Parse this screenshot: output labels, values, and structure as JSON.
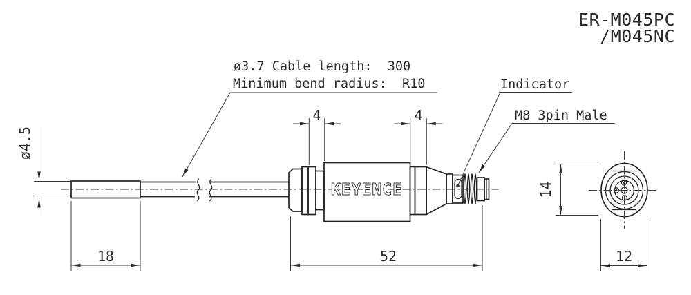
{
  "title": {
    "line1": "ER-M045PC",
    "line2": "/M045NC"
  },
  "labels": {
    "cable_spec_line1": "ø3.7 Cable length:  300",
    "cable_spec_line2": "Minimum bend radius:  R10",
    "indicator": "Indicator",
    "connector": "M8 3pin Male",
    "logo": "KEYENCE"
  },
  "dimensions": {
    "cable_diameter": "ø4.5",
    "sleeve_length": "18",
    "body_length": "52",
    "ring_left": "4",
    "ring_right": "4",
    "connector_height": "14",
    "connector_width": "12"
  },
  "colors": {
    "line": "#2b2b2b",
    "background": "#ffffff"
  }
}
